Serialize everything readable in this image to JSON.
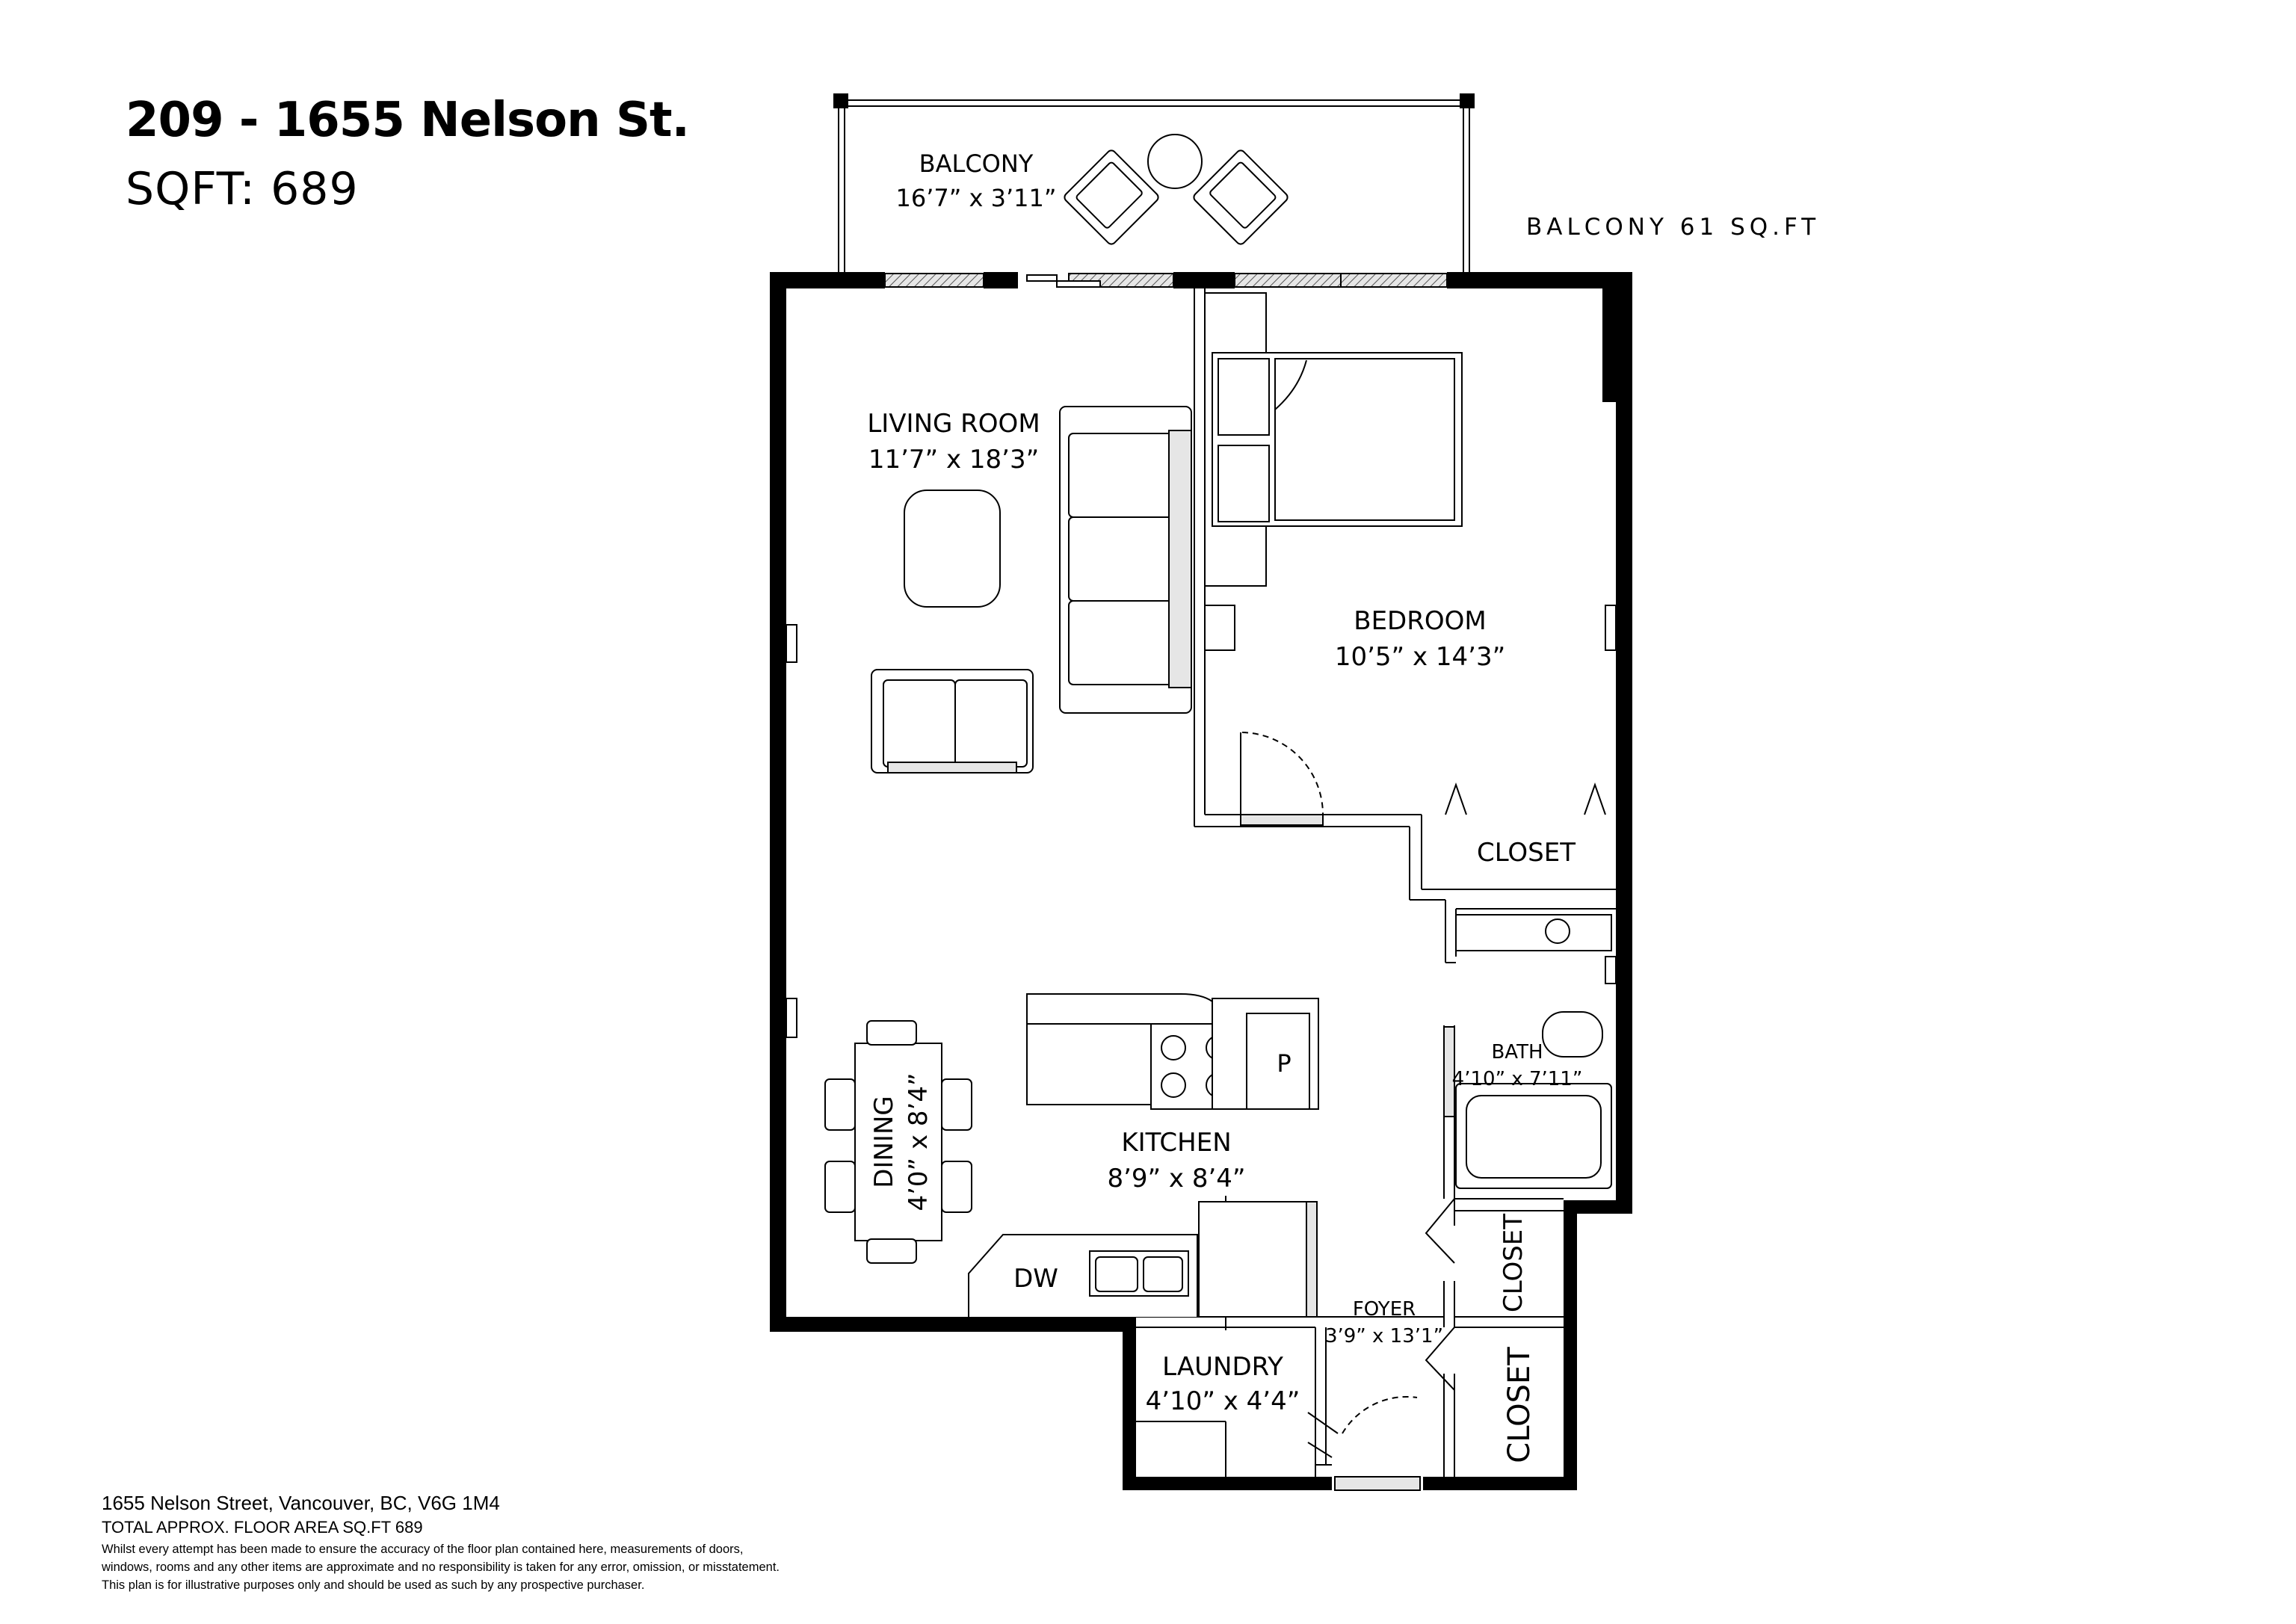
{
  "header": {
    "title": "209 - 1655 Nelson St.",
    "sqft": "SQFT:  689"
  },
  "balcony_note": "BALCONY 61 SQ.FT",
  "rooms": {
    "balcony": {
      "name": "BALCONY",
      "dims": "16’7” x 3’11”"
    },
    "living": {
      "name": "LIVING ROOM",
      "dims": "11’7” x 18’3”"
    },
    "bedroom": {
      "name": "BEDROOM",
      "dims": "10’5” x 14’3”"
    },
    "closet_bed": {
      "name": "CLOSET"
    },
    "bath": {
      "name": "BATH",
      "dims": "4’10” x 7’11”"
    },
    "kitchen": {
      "name": "KITCHEN",
      "dims": "8’9” x 8’4”"
    },
    "dining": {
      "name": "DINING",
      "dims": "4’0” x 8’4”"
    },
    "dw": {
      "name": "DW"
    },
    "pantry": {
      "name": "P"
    },
    "foyer": {
      "name": "FOYER",
      "dims": "3’9” x 13’1”"
    },
    "laundry": {
      "name": "LAUNDRY",
      "dims": "4’10” x 4’4”"
    },
    "closet_foyer_1": {
      "name": "CLOSET"
    },
    "closet_foyer_2": {
      "name": "CLOSET"
    }
  },
  "footer": {
    "address": "1655 Nelson Street, Vancouver, BC, V6G 1M4",
    "area": "TOTAL APPROX. FLOOR AREA  SQ.FT 689",
    "disclaimer_1": "Whilst every attempt has been made to ensure the accuracy of the floor plan contained here, measurements of doors,",
    "disclaimer_2": "windows, rooms and any other items are approximate and no responsibility is taken for any error, omission, or misstatement.",
    "disclaimer_3": "This plan is for illustrative purposes only and should be used as such by any prospective purchaser."
  }
}
